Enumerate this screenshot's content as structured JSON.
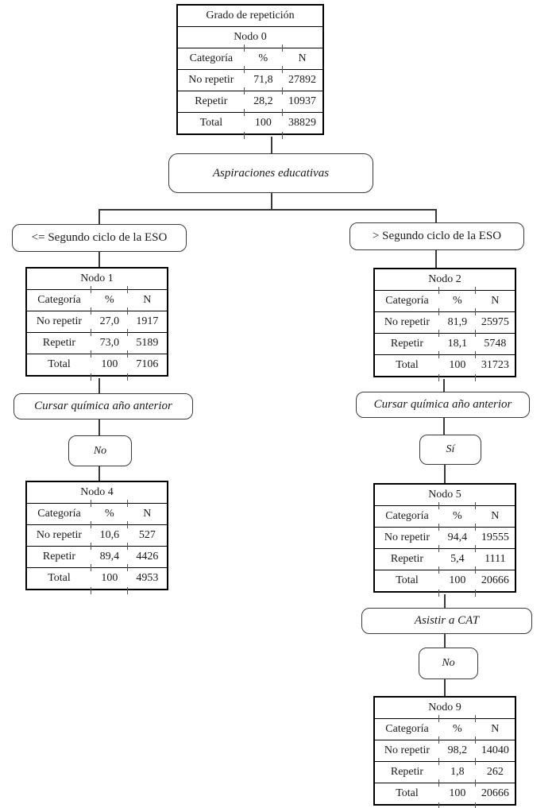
{
  "diagram": {
    "columns": {
      "category": "Categoría",
      "percent": "%",
      "n": "N"
    },
    "root": {
      "title": "Grado de repetición",
      "node_id": "Nodo 0",
      "rows": [
        {
          "category": "No repetir",
          "percent": "71,8",
          "n": "27892"
        },
        {
          "category": "Repetir",
          "percent": "28,2",
          "n": "10937"
        },
        {
          "category": "Total",
          "percent": "100",
          "n": "38829"
        }
      ]
    },
    "split1": {
      "variable": "Aspiraciones educativas"
    },
    "left": {
      "condition": "<= Segundo ciclo de la ESO",
      "node": {
        "node_id": "Nodo 1",
        "rows": [
          {
            "category": "No repetir",
            "percent": "27,0",
            "n": "1917"
          },
          {
            "category": "Repetir",
            "percent": "73,0",
            "n": "5189"
          },
          {
            "category": "Total",
            "percent": "100",
            "n": "7106"
          }
        ]
      },
      "split": {
        "variable": "Cursar química año anterior",
        "value": "No"
      },
      "child": {
        "node_id": "Nodo 4",
        "rows": [
          {
            "category": "No repetir",
            "percent": "10,6",
            "n": "527"
          },
          {
            "category": "Repetir",
            "percent": "89,4",
            "n": "4426"
          },
          {
            "category": "Total",
            "percent": "100",
            "n": "4953"
          }
        ]
      }
    },
    "right": {
      "condition": "> Segundo ciclo de la ESO",
      "node": {
        "node_id": "Nodo 2",
        "rows": [
          {
            "category": "No repetir",
            "percent": "81,9",
            "n": "25975"
          },
          {
            "category": "Repetir",
            "percent": "18,1",
            "n": "5748"
          },
          {
            "category": "Total",
            "percent": "100",
            "n": "31723"
          }
        ]
      },
      "split": {
        "variable": "Cursar química año anterior",
        "value": "Sí"
      },
      "child": {
        "node_id": "Nodo 5",
        "rows": [
          {
            "category": "No repetir",
            "percent": "94,4",
            "n": "19555"
          },
          {
            "category": "Repetir",
            "percent": "5,4",
            "n": "1111"
          },
          {
            "category": "Total",
            "percent": "100",
            "n": "20666"
          }
        ]
      },
      "split2": {
        "variable": "Asistir a CAT",
        "value": "No"
      },
      "child2": {
        "node_id": "Nodo 9",
        "rows": [
          {
            "category": "No repetir",
            "percent": "98,2",
            "n": "14040"
          },
          {
            "category": "Repetir",
            "percent": "1,8",
            "n": "262"
          },
          {
            "category": "Total",
            "percent": "100",
            "n": "20666"
          }
        ]
      }
    },
    "colors": {
      "table_border": "#000000",
      "line": "#3a3a3a",
      "background": "#ffffff",
      "text": "#1a1a1a"
    }
  }
}
